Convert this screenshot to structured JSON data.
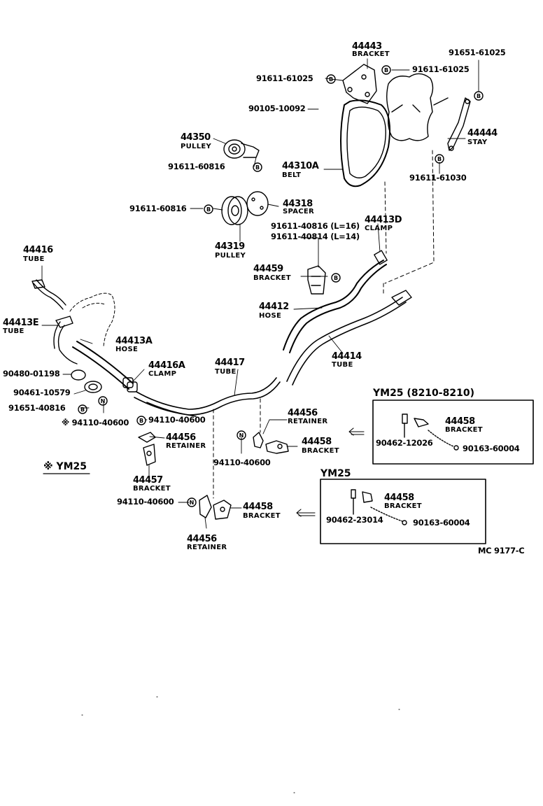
{
  "labels": {
    "p44443": "44443",
    "n44443": "BRACKET",
    "p91611_61025a": "91611-61025",
    "p91611_61025b": "91611-61025",
    "p91651_61025": "91651-61025",
    "p90105": "90105-10092",
    "p44350": "44350",
    "n44350": "PULLEY",
    "p91611_60816a": "91611-60816",
    "p44310A": "44310A",
    "n44310A": "BELT",
    "p44444": "44444",
    "n44444": "STAY",
    "p91611_61030": "91611-61030",
    "p91611_60816b": "91611-60816",
    "p44318": "44318",
    "n44318": "SPACER",
    "p44319": "44319",
    "n44319": "PULLEY",
    "p91611_40816": "91611-40816 (L=16)",
    "p91611_40814": "91611-40814 (L=14)",
    "p44413D": "44413D",
    "n44413D": "CLAMP",
    "p44459": "44459",
    "n44459": "BRACKET",
    "p44416": "44416",
    "n44416": "TUBE",
    "p44412": "44412",
    "n44412": "HOSE",
    "p44413E": "44413E",
    "n44413E": "TUBE",
    "p44413A": "44413A",
    "n44413A": "HOSE",
    "p44414": "44414",
    "n44414": "TUBE",
    "p44417": "44417",
    "n44417": "TUBE",
    "p44416A": "44416A",
    "n44416A": "CLAMP",
    "p90480": "90480-01198",
    "p90461": "90461-10579",
    "p91651_40816": "91651-40816",
    "p94110_a": "※ 94110-40600",
    "p94110_b": "94110-40600",
    "p94110_c": "94110-40600",
    "p94110_d": "94110-40600",
    "p44456a": "44456",
    "n44456a": "RETAINER",
    "p44456b": "44456",
    "n44456b": "RETAINER",
    "p44456c": "44456",
    "n44456c": "RETAINER",
    "p44458a": "44458",
    "n44458a": "BRACKET",
    "p44458b": "44458",
    "n44458b": "BRACKET",
    "p44458c": "44458",
    "n44458c": "BRACKET",
    "p44458d": "44458",
    "n44458d": "BRACKET",
    "p44457": "44457",
    "n44457": "BRACKET",
    "ym25_note": "※ YM25",
    "box1_title": "YM25 (8210-8210)",
    "p90462_12026": "90462-12026",
    "p90163_a": "90163-60004",
    "box2_title": "YM25",
    "p90462_23014": "90462-23014",
    "p90163_b": "90163-60004",
    "diagram_code": "MC 9177-C"
  },
  "markers": {
    "bolt": "B",
    "nut": "N"
  },
  "colors": {
    "ink": "#000000",
    "paper": "#ffffff"
  }
}
